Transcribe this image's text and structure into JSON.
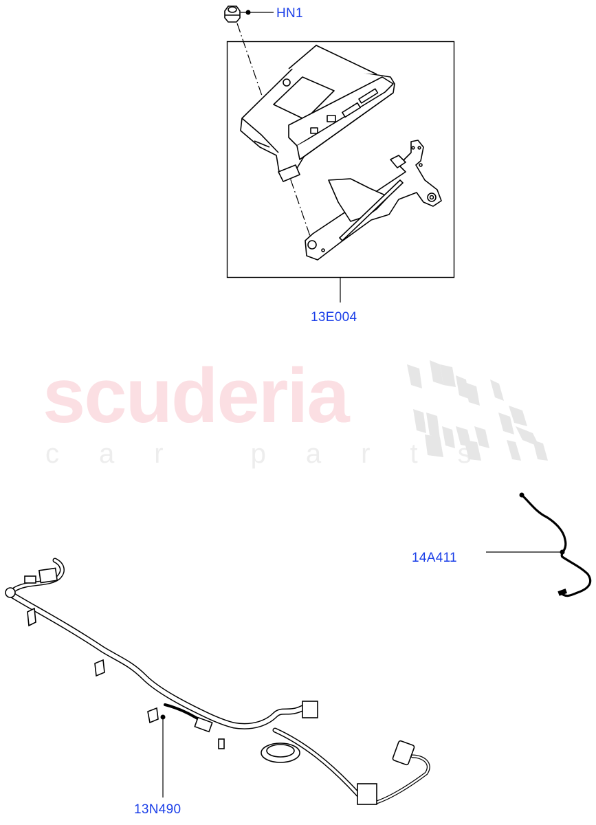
{
  "diagram": {
    "type": "exploded parts diagram",
    "callouts": [
      {
        "id": "HN1",
        "label": "HN1",
        "part": "nut"
      },
      {
        "id": "13E004",
        "label": "13E004",
        "part": "control module with mounting bracket"
      },
      {
        "id": "14A411",
        "label": "14A411",
        "part": "wiring harness (small)"
      },
      {
        "id": "13N490",
        "label": "13N490",
        "part": "wiring harness (main)"
      }
    ],
    "watermark": {
      "main": "scuderia",
      "sub": "car parts"
    },
    "colors": {
      "callout_text": "#1a3ee8",
      "line_art": "#000000",
      "watermark_main": "#fbdfe3",
      "watermark_sub": "#ededed",
      "watermark_flag": "#e6e6e6"
    }
  }
}
